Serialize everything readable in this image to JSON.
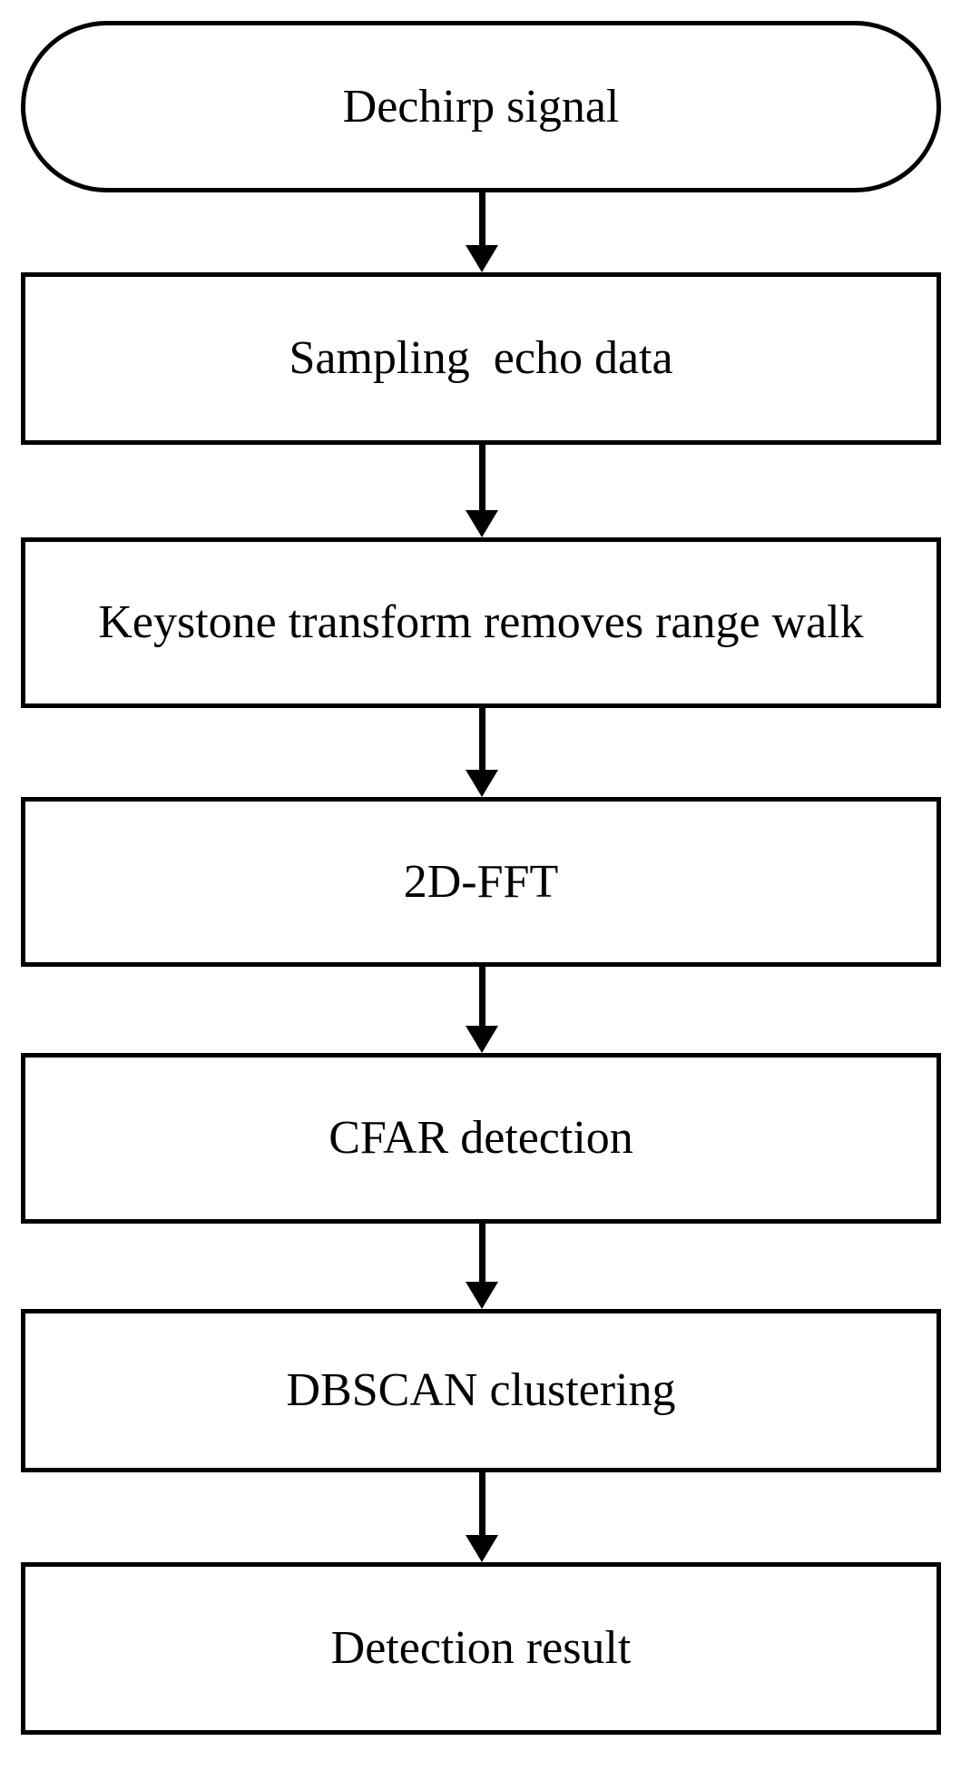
{
  "diagram": {
    "type": "flowchart",
    "direction": "top-down",
    "nodes": [
      {
        "id": "start",
        "shape": "stadium",
        "label": "Dechirp signal"
      },
      {
        "id": "sampling",
        "shape": "rectangle",
        "label": "Sampling  echo data"
      },
      {
        "id": "keystone",
        "shape": "rectangle",
        "label": "Keystone transform removes range walk"
      },
      {
        "id": "fft",
        "shape": "rectangle",
        "label": "2D-FFT"
      },
      {
        "id": "cfar",
        "shape": "rectangle",
        "label": "CFAR detection"
      },
      {
        "id": "dbscan",
        "shape": "rectangle",
        "label": "DBSCAN clustering"
      },
      {
        "id": "result",
        "shape": "rectangle",
        "label": "Detection result"
      }
    ],
    "edges": [
      {
        "from": "start",
        "to": "sampling",
        "style": "arrow-down"
      },
      {
        "from": "sampling",
        "to": "keystone",
        "style": "arrow-down"
      },
      {
        "from": "keystone",
        "to": "fft",
        "style": "arrow-down"
      },
      {
        "from": "fft",
        "to": "cfar",
        "style": "arrow-down"
      },
      {
        "from": "cfar",
        "to": "dbscan",
        "style": "arrow-down"
      },
      {
        "from": "dbscan",
        "to": "result",
        "style": "arrow-down"
      }
    ]
  },
  "colors": {
    "background": "#ffffff",
    "node_fill": "#ffffff",
    "node_border": "#000000",
    "text": "#000000",
    "arrow": "#000000"
  }
}
